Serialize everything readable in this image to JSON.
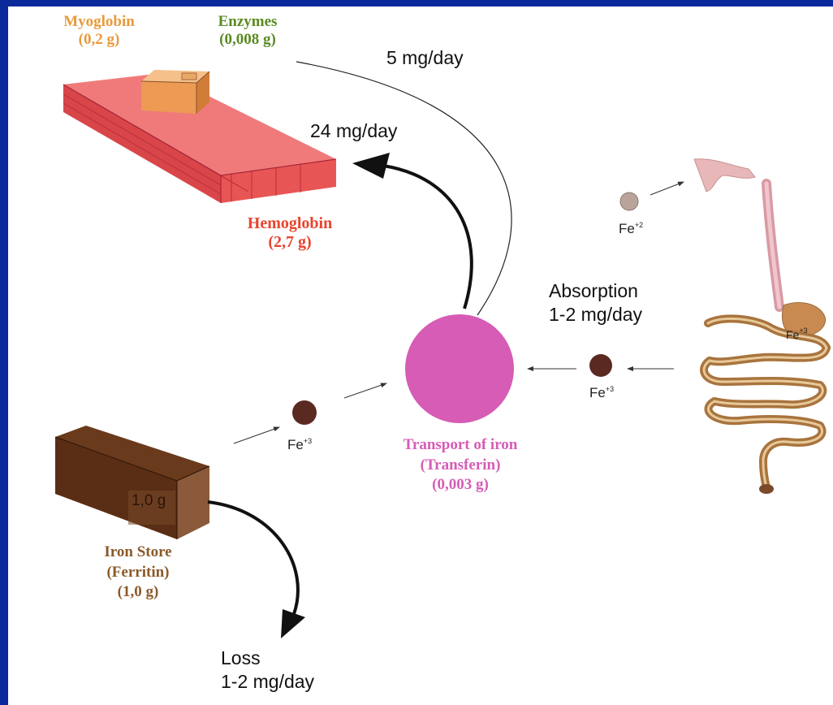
{
  "colors": {
    "frame": "#0a2a9c",
    "myoglobin": "#e89a3c",
    "enzymes": "#5a8a22",
    "hemoglobin": "#e8442e",
    "transferrin": "#d65cb5",
    "ferritin": "#8a5a2a",
    "muscle_block": "#e8555a",
    "ferritin_box": "#7a4a2a",
    "iron_dot": "#5a2a22",
    "fe2_dot": "#b9a39a"
  },
  "labels": {
    "myoglobin_name": "Myoglobin",
    "myoglobin_amount": "(0,2 g)",
    "enzymes_name": "Enzymes",
    "enzymes_amount": "(0,008 g)",
    "rate_to_tissues": "5 mg/day",
    "rate_to_hemoglobin": "24 mg/day",
    "hemoglobin_name": "Hemoglobin",
    "hemoglobin_amount": "(2,7 g)",
    "absorption_title": "Absorption",
    "absorption_rate": "1-2 mg/day",
    "transport_name": "Transport of iron",
    "transport_protein": "(Transferin)",
    "transport_amount": "(0,003 g)",
    "store_box_amount": "1,0 g",
    "store_name": "Iron Store",
    "store_protein": "(Ferritin)",
    "store_amount": "(1,0  g)",
    "loss_title": "Loss",
    "loss_rate": "1-2 mg/day"
  },
  "ions": {
    "fe2": {
      "base": "Fe",
      "charge": "+2"
    },
    "fe3_absorbed": {
      "base": "Fe",
      "charge": "+3"
    },
    "fe3_store": {
      "base": "Fe",
      "charge": "+3"
    },
    "fe3_gut": {
      "base": "Fe",
      "charge": "+3"
    }
  }
}
